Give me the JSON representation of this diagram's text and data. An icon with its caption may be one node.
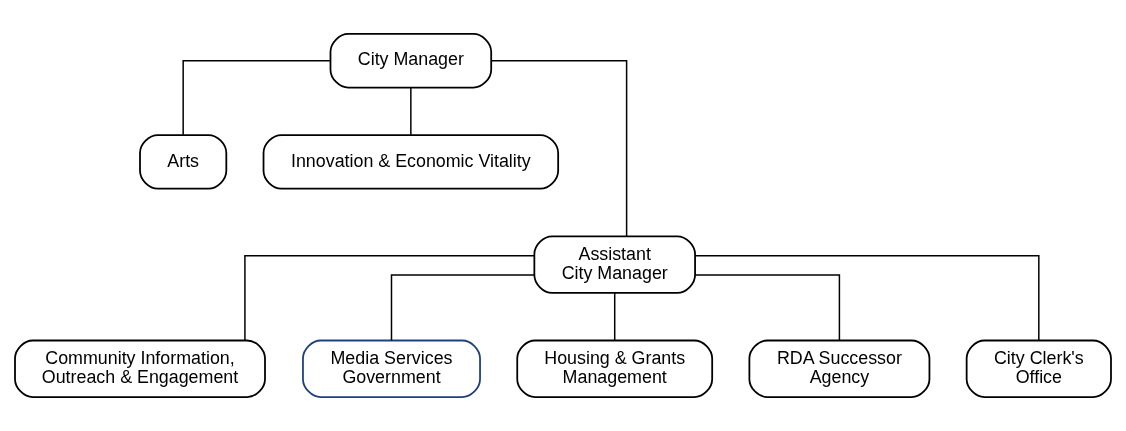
{
  "diagram": {
    "nodes": [
      {
        "text": [
          "City Manager"
        ]
      },
      {
        "text": [
          "Arts"
        ]
      },
      {
        "text": [
          "Innovation & Economic Vitality"
        ]
      },
      {
        "text": [
          "Assistant City Manager"
        ]
      },
      {
        "text": [
          "Community Information, Outreach & Engagement"
        ]
      },
      {
        "text": [
          "Media Services Government"
        ]
      },
      {
        "text": [
          "Housing & Grants Management"
        ]
      },
      {
        "text": [
          "RDA Successor Agency"
        ]
      },
      {
        "text": [
          "City Clerk's Office"
        ]
      }
    ],
    "edges": [
      {
        "from": 0,
        "to": 1,
        "arrow": "none"
      },
      {
        "from": 0,
        "to": 2,
        "arrow": "none"
      },
      {
        "from": 0,
        "to": 3,
        "arrow": "none"
      },
      {
        "from": 3,
        "to": 4,
        "arrow": "none"
      },
      {
        "from": 3,
        "to": 5,
        "arrow": "none"
      },
      {
        "from": 3,
        "to": 6,
        "arrow": "none"
      },
      {
        "from": 3,
        "to": 7,
        "arrow": "none"
      },
      {
        "from": 3,
        "to": 8,
        "arrow": "none"
      }
    ]
  }
}
